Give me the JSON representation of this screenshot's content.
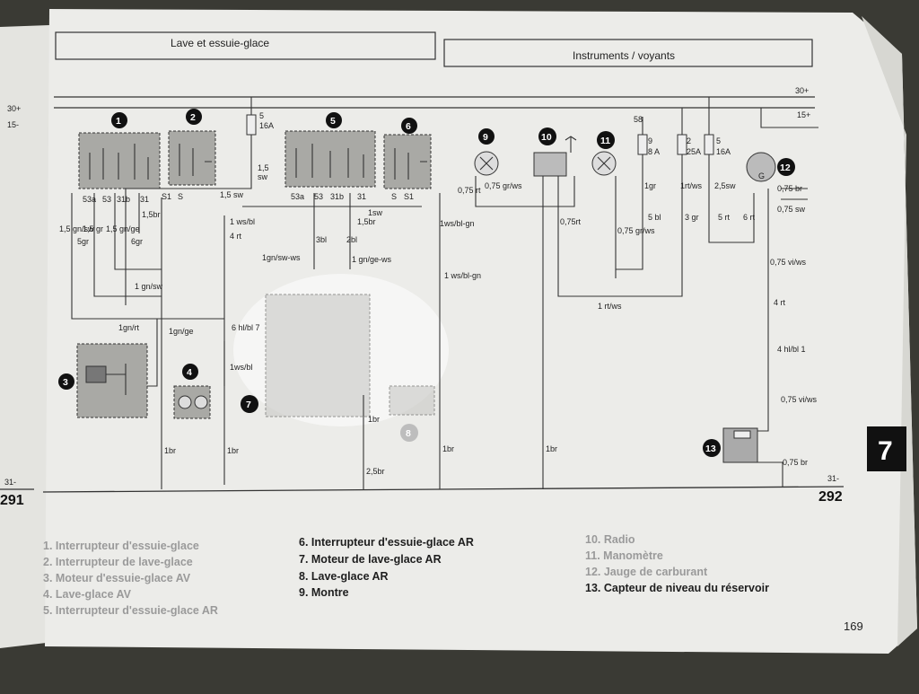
{
  "header": {
    "left_title": "Lave et essuie-glace",
    "right_title": "Instruments / voyants"
  },
  "rails": {
    "rail_30": "30+",
    "rail_15": "15+",
    "rail_31": "31-",
    "left_page_rail": "31-",
    "left_page_tab_a": "30+",
    "left_page_tab_b": "15-"
  },
  "page_numbers": {
    "diagram_left": "291",
    "diagram_right": "292",
    "book_page": "169",
    "chapter_tab": "7"
  },
  "components": [
    {
      "id": "1"
    },
    {
      "id": "2"
    },
    {
      "id": "3"
    },
    {
      "id": "4"
    },
    {
      "id": "5"
    },
    {
      "id": "6"
    },
    {
      "id": "7"
    },
    {
      "id": "8"
    },
    {
      "id": "9"
    },
    {
      "id": "10"
    },
    {
      "id": "11"
    },
    {
      "id": "12"
    },
    {
      "id": "13"
    }
  ],
  "wire_labels": {
    "w_fuse1": "5",
    "w_fuse1b": "16A",
    "w_15sw_a": "1,5",
    "w_15sw_b": "sw",
    "w_15sw_h": "1,5 sw",
    "w_53a": "53a",
    "w_53": "53",
    "w_31b": "31b",
    "w_31": "31",
    "w_s1": "S1",
    "w_s": "S",
    "w_15br": "1,5br",
    "w_1wsbl": "1 ws/bl",
    "w_4rt": "4 rt",
    "w_15gnsw": "1,5 gn/sw",
    "w_15gr": "1,5 gr",
    "w_15gnge": "1,5 gn/ge",
    "w_5gr": "5gr",
    "w_6gr": "6gr",
    "w_1gnsw": "1 gn/sw",
    "w_1gnrt": "1gn/rt",
    "w_1gnge": "1gn/ge",
    "w_6hlbl7": "6 hl/bl 7",
    "w_1wsbl2": "1ws/bl",
    "w_1br_a": "1br",
    "w_1br_b": "1br",
    "w_1br_c": "1br",
    "w_1br_d": "1br",
    "w_1br_e": "1br",
    "w_25br": "2,5br",
    "w_53a5": "53a",
    "w_535": "53",
    "w_31b5": "31b",
    "w_315": "31",
    "w_s5": "S",
    "w_s15": "S1",
    "w_3bl": "3bl",
    "w_2bl": "2bl",
    "w_15br2": "1,5br",
    "w_1sw": "1sw",
    "w_1gnswws": "1gn/sw-ws",
    "w_1gngews": "1 gn/ge-ws",
    "w_1wsblgn": "1ws/bl-gn",
    "w_1wsblgn2": "1 ws/bl-gn",
    "w_075rt": "0,75 rt",
    "w_075grws": "0,75 gr/ws",
    "w_075rt2": "0,75rt",
    "w_075grws2": "0,75 gr/ws",
    "w_1rtws": "1 rt/ws",
    "w_58": "58",
    "w_9": "9",
    "w_8a": "8 A",
    "w_2": "2",
    "w_25a": "25A",
    "w_5b": "5",
    "w_16ab": "16A",
    "w_1gr": "1gr",
    "w_1rtws2": "1rt/ws",
    "w_25sw": "2,5sw",
    "w_5bl": "5 bl",
    "w_3gr": "3 gr",
    "w_5rt": "5 rt",
    "w_6rt": "6 rt",
    "w_075br": "0,75 br",
    "w_075sw": "0,75 sw",
    "w_075vi": "0,75 vi/ws",
    "w_4rt2": "4 rt",
    "w_4hlbl1": "4 hl/bl 1",
    "w_075viws": "0,75 vi/ws",
    "w_075br2": "0,75 br",
    "w_g": "G"
  },
  "legend": {
    "left": [
      "1. Interrupteur d'essuie-glace",
      "2. Interrupteur de lave-glace",
      "3. Moteur d'essuie-glace AV",
      "4. Lave-glace AV",
      "5. Interrupteur d'essuie-glace AR"
    ],
    "middle": [
      "6. Interrupteur d'essuie-glace AR",
      "7. Moteur de lave-glace AR",
      "8. Lave-glace AR",
      "9. Montre"
    ],
    "right": [
      "10. Radio",
      "11. Manomètre",
      "12. Jauge de carburant",
      "13. Capteur de niveau du réservoir"
    ]
  },
  "colors": {
    "paper": "#ecece9",
    "badge": "#111111",
    "component_fill": "#a9a9a5"
  }
}
